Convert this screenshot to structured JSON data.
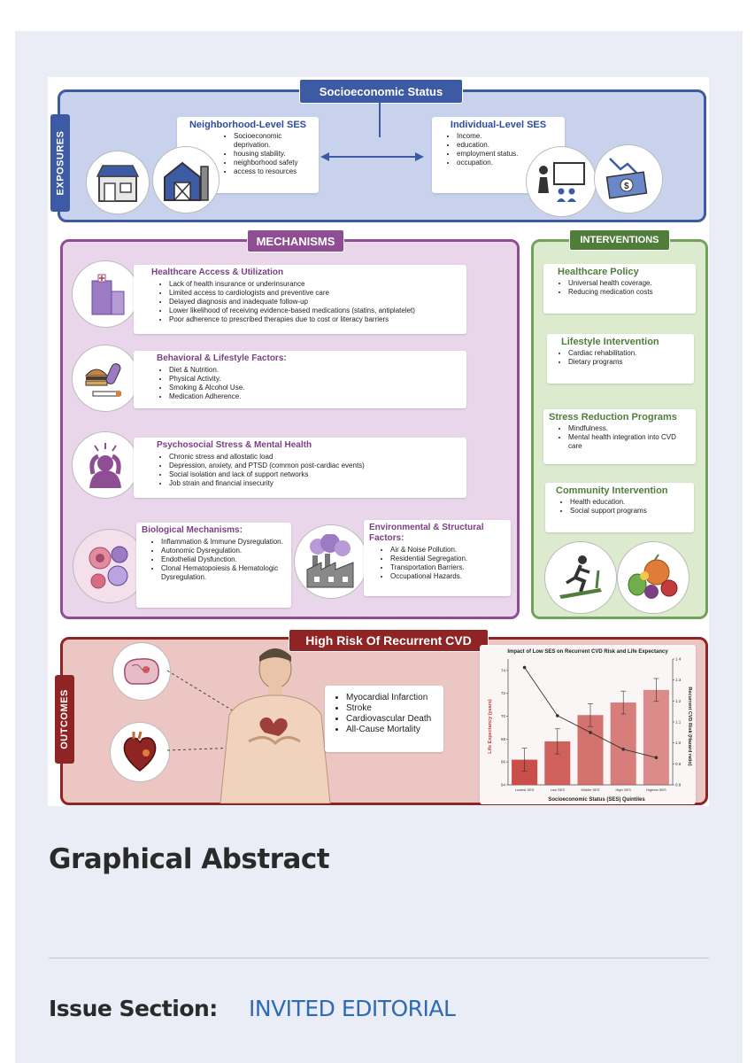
{
  "figure": {
    "top_title": "Socioeconomic Status",
    "exposures": {
      "tab": "EXPOSURES",
      "neighborhood": {
        "title": "Neighborhood-Level SES",
        "items": [
          "Socioeconomic deprivation.",
          "housing stability.",
          "neighborhood safety",
          "access to resources"
        ]
      },
      "individual": {
        "title": "Individual-Level SES",
        "items": [
          "Income.",
          "education.",
          "employment status.",
          "occupation."
        ]
      }
    },
    "mechanisms": {
      "title": "MECHANISMS",
      "healthcare": {
        "title": "Healthcare Access & Utilization",
        "items": [
          "Lack of health insurance or underinsurance",
          "Limited access to cardiologists and preventive care",
          "Delayed diagnosis and inadequate follow-up",
          "Lower likelihood of receiving evidence-based medications (statins, antiplatelet)",
          "Poor adherence to prescribed therapies due to cost or literacy barriers"
        ]
      },
      "behavioral": {
        "title": "Behavioral & Lifestyle Factors:",
        "items": [
          "Diet & Nutrition.",
          "Physical Activity.",
          "Smoking & Alcohol Use.",
          "Medication Adherence."
        ]
      },
      "psychosocial": {
        "title": "Psychosocial Stress & Mental Health",
        "items": [
          "Chronic stress and allostatic load",
          "Depression, anxiety, and PTSD (common post-cardiac events)",
          "Social isolation and lack of support networks",
          "Job strain and financial insecurity"
        ]
      },
      "biological": {
        "title": "Biological Mechanisms:",
        "items": [
          "Inflammation & Immune Dysregulation.",
          "Autonomic Dysregulation.",
          "Endothelial Dysfunction.",
          "Clonal Hematopoiesis & Hematologic Dysregulation."
        ]
      },
      "environmental": {
        "title": "Environmental & Structural Factors:",
        "items": [
          "Air & Noise Pollution.",
          "Residential Segregation.",
          "Transportation Barriers.",
          "Occupational Hazards."
        ]
      }
    },
    "interventions": {
      "title": "INTERVENTIONS",
      "policy": {
        "title": "Healthcare Policy",
        "items": [
          "Universal health coverage.",
          "Reducing medication costs"
        ]
      },
      "lifestyle": {
        "title": "Lifestyle Intervention",
        "items": [
          "Cardiac rehabilitation.",
          "Dietary programs"
        ]
      },
      "stress": {
        "title": "Stress Reduction Programs",
        "items": [
          "Mindfulness.",
          "Mental health integration into CVD care"
        ]
      },
      "community": {
        "title": "Community Intervention",
        "items": [
          "Health education.",
          "Social support programs"
        ]
      }
    },
    "outcomes": {
      "tab": "OUTCOMES",
      "title": "High Risk Of Recurrent CVD",
      "items": [
        "Myocardial Infarction",
        "Stroke",
        "Cardiovascular Death",
        "All-Cause Mortality"
      ]
    }
  },
  "chart_data": {
    "type": "bar",
    "title": "Impact of Low SES on Recurrent CVD Risk and Life Expectancy",
    "xlabel": "Socioeconomic Status (SES) Quintiles",
    "ylabel": "Life Expectancy (years)",
    "y2label": "Recurrent CVD Risk (Hazard ratio)",
    "categories": [
      "Lowest SES",
      "Low SES",
      "Middle SES",
      "High SES",
      "Highest SES"
    ],
    "ylim": [
      64,
      75
    ],
    "yticks": [
      64,
      66,
      68,
      70,
      72,
      74
    ],
    "y2lim": [
      0.8,
      1.4
    ],
    "y2ticks": [
      0.8,
      0.9,
      1.0,
      1.1,
      1.2,
      1.3,
      1.4
    ],
    "series": [
      {
        "type": "bar",
        "axis": "left",
        "values": [
          66.2,
          67.8,
          70.1,
          71.2,
          72.3
        ],
        "errors": [
          1.0,
          1.1,
          1.0,
          1.0,
          1.0
        ],
        "color": "#c7453f"
      },
      {
        "type": "line",
        "axis": "right",
        "values": [
          1.36,
          1.13,
          1.05,
          0.97,
          0.93
        ],
        "color": "#333333"
      }
    ],
    "grid": false
  },
  "page": {
    "heading": "Graphical Abstract",
    "issue_label": "Issue Section:",
    "issue_value": "INVITED EDITORIAL"
  }
}
